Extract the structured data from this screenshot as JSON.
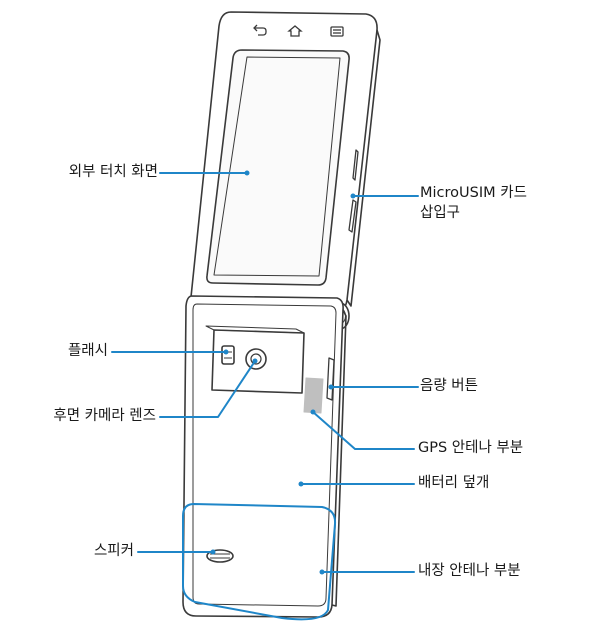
{
  "colors": {
    "callout": "#1f86c8",
    "outline": "#3a3a3a",
    "fill": "#ffffff",
    "screen": "#fafafa"
  },
  "labels": {
    "outer_touch_screen": "외부 터치 화면",
    "flash": "플래시",
    "rear_camera_lens": "후면 카메라 렌즈",
    "speaker": "스피커",
    "microusim_slot_line1": "MicroUSIM 카드",
    "microusim_slot_line2": "삽입구",
    "volume_button": "음량 버튼",
    "gps_antenna": "GPS 안테나 부분",
    "battery_cover": "배터리 덮개",
    "internal_antenna": "내장 안테나 부분"
  },
  "icons": [
    "back-icon",
    "home-icon",
    "menu-icon"
  ]
}
